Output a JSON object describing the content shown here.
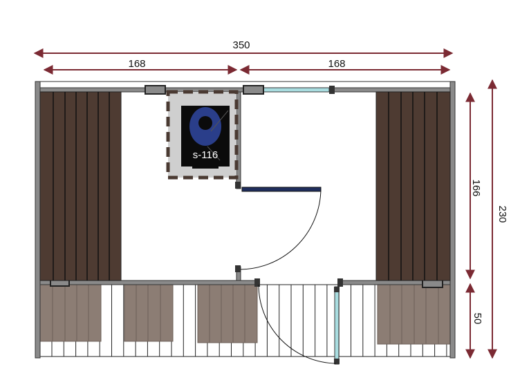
{
  "dimensions": {
    "total_width": "350",
    "left_width": "168",
    "right_width": "168",
    "room_depth": "166",
    "total_depth": "230",
    "terrace_depth": "50"
  },
  "stove": {
    "label": "s-116"
  },
  "colors": {
    "dimension_line": "#7b2a33",
    "wall": "#8a8a8a",
    "wall_stroke": "#333333",
    "bench_dark": "#4e3b32",
    "bench_light": "#8c7d74",
    "glass": "#a9dde0",
    "door_blue": "#1f2d5c",
    "stove_body": "#0b0b0b",
    "stove_ring": "#2a3e8a",
    "stove_guard": "#cfcfcf",
    "stove_guard_dash": "#4a3a32"
  }
}
